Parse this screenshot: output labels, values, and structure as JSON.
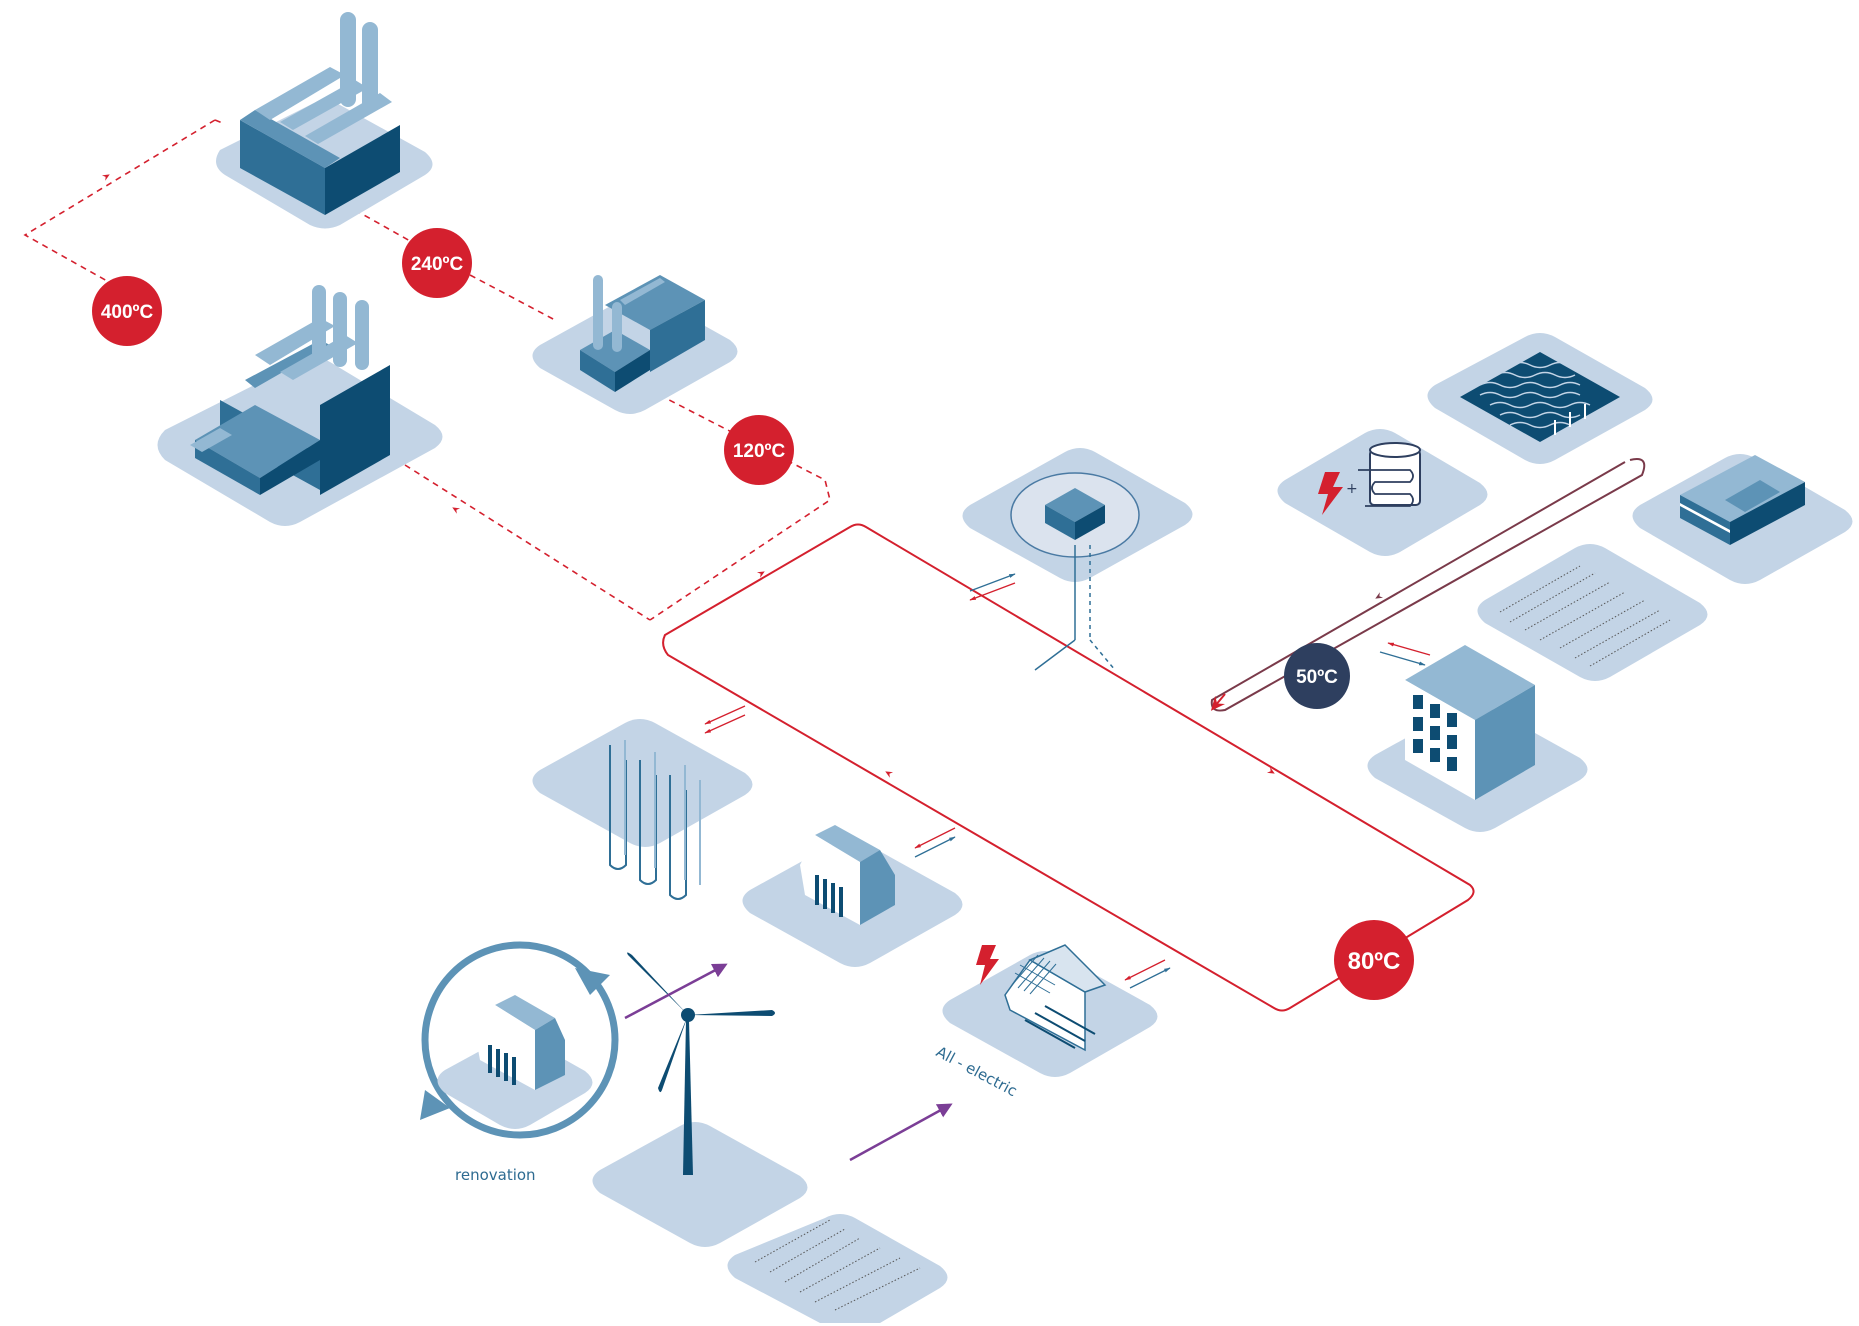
{
  "diagram": {
    "temperatures": {
      "t400": "400ºC",
      "t240": "240ºC",
      "t120": "120ºC",
      "t80": "80ºC",
      "t50": "50ºC"
    },
    "captions": {
      "renovation": "renovation",
      "all_electric": "All - electric"
    },
    "colors": {
      "network_red": "#d4202e",
      "low_temp_loop": "#7a3a4a",
      "badge_dark": "#2e3f5f",
      "platform": "#c3d4e6",
      "building_dark": "#0d4c72",
      "building_light": "#5d93b6",
      "electricity_arrow": "#7b3e96"
    }
  }
}
